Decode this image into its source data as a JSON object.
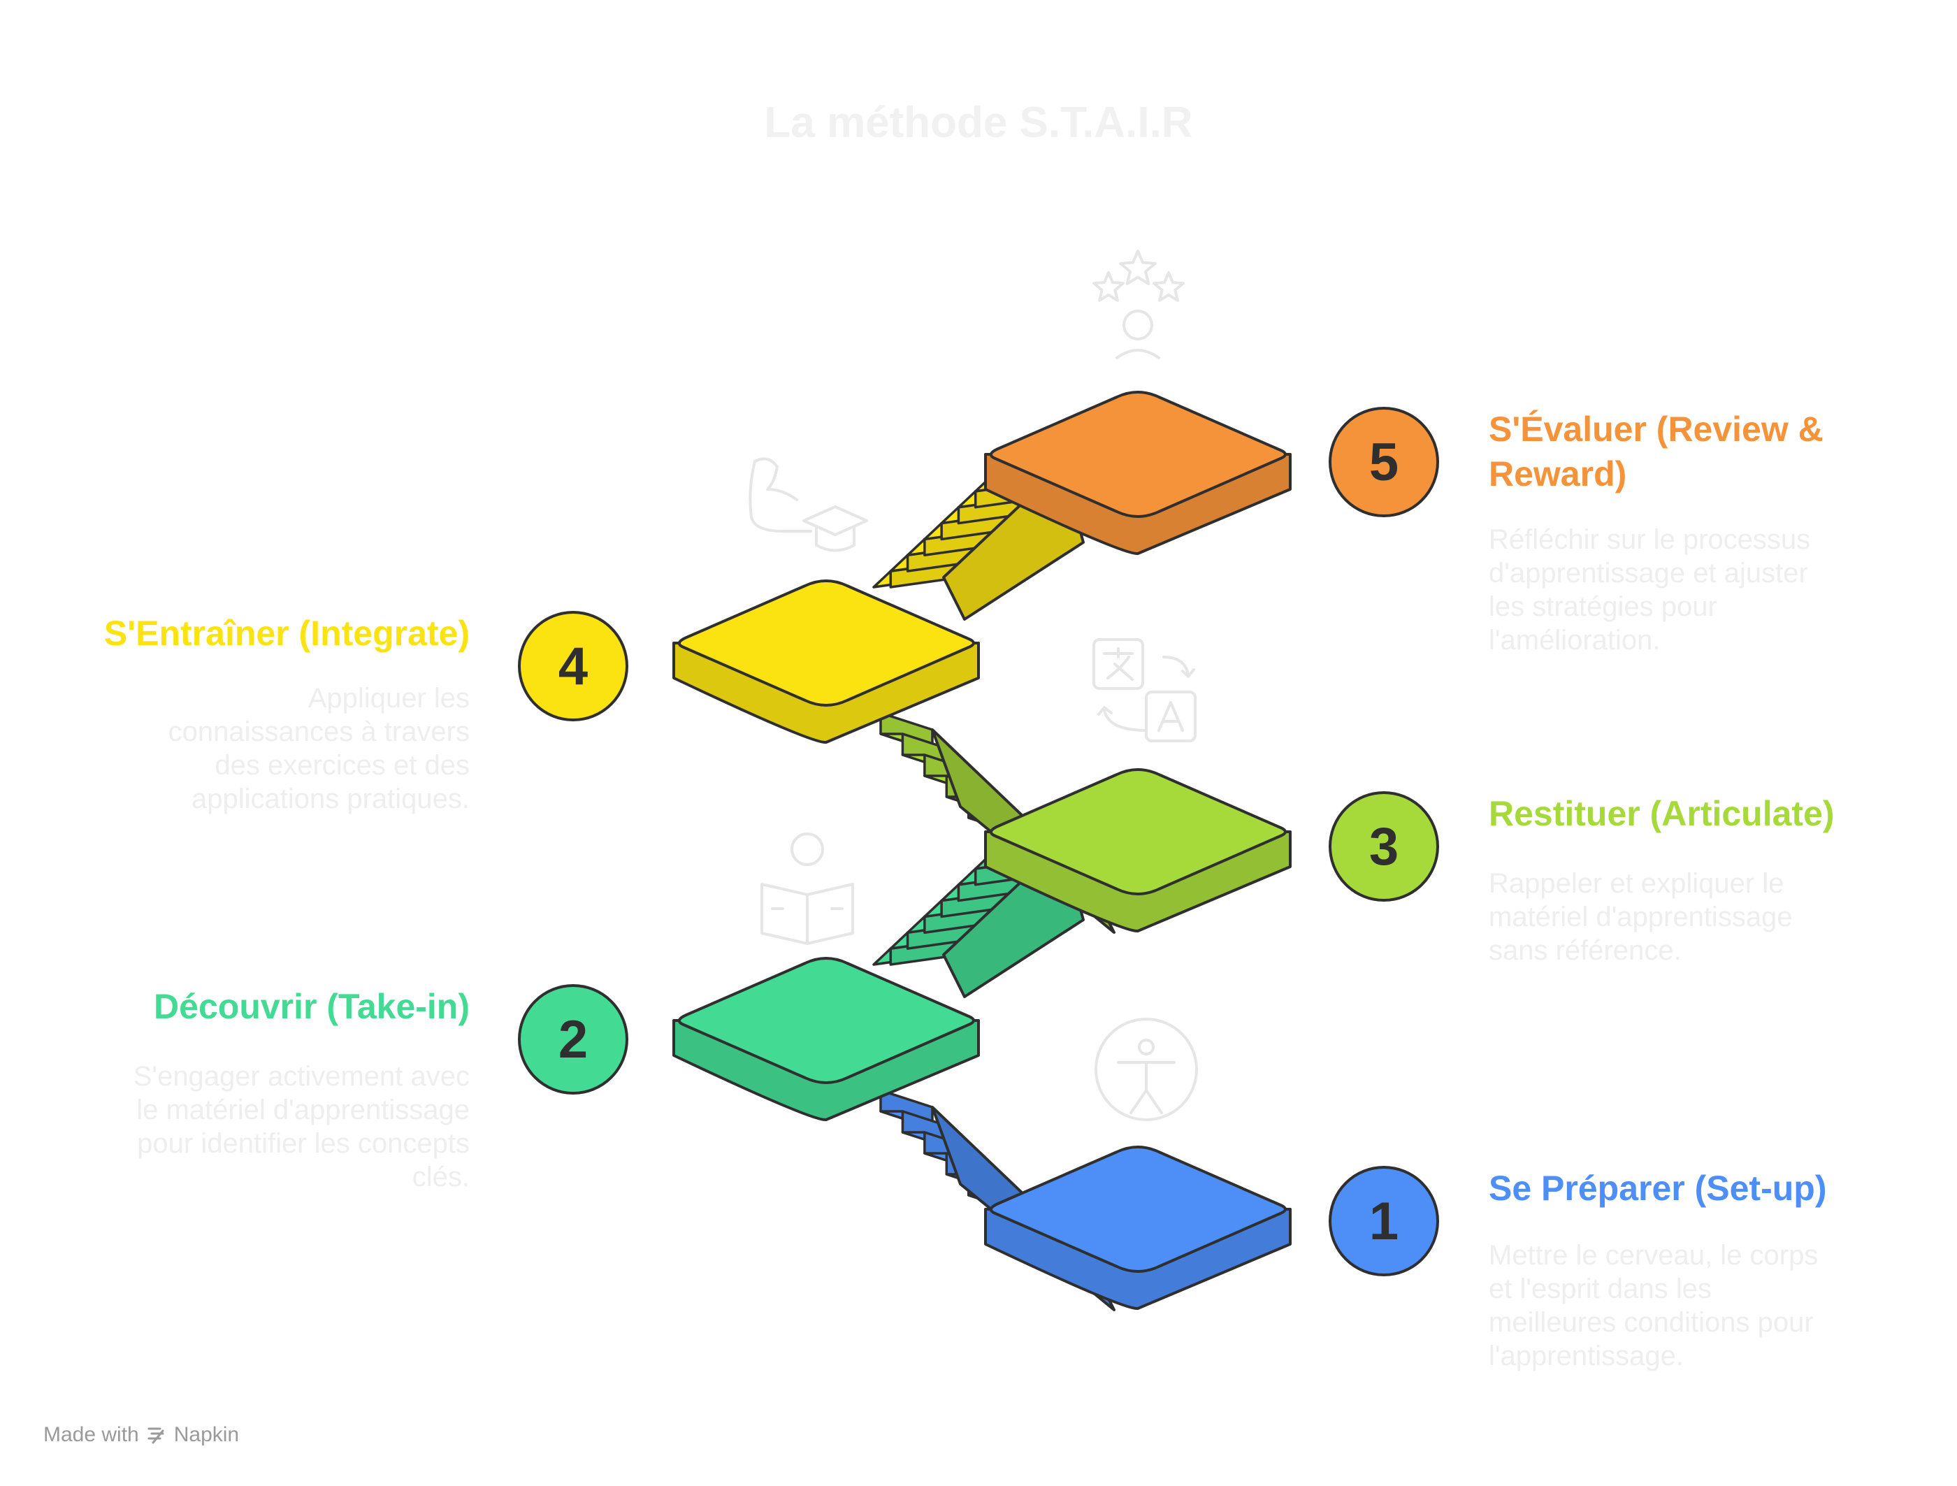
{
  "title": "La méthode S.T.A.I.R",
  "steps": [
    {
      "number": "1",
      "title": "Se Préparer (Set-up)",
      "description": "Mettre le cerveau, le corps et l'esprit dans les meilleures conditions pour l'apprentissage.",
      "color": "#4d8ef7",
      "icon": "accessibility-icon"
    },
    {
      "number": "2",
      "title": "Découvrir (Take-in)",
      "description": "S'engager activement avec le matériel d'apprentissage pour identifier les concepts clés.",
      "color": "#43db93",
      "icon": "reading-person-icon"
    },
    {
      "number": "3",
      "title": "Restituer (Articulate)",
      "description": "Rappeler et expliquer le matériel d'apprentissage sans référence.",
      "color": "#a6d93a",
      "icon": "translate-icon"
    },
    {
      "number": "4",
      "title": "S'Entraîner (Integrate)",
      "description": "Appliquer les connaissances à travers des exercices et des applications pratiques.",
      "color": "#fbe312",
      "icon": "muscle-graduation-icon"
    },
    {
      "number": "5",
      "title": "S'Évaluer (Review & Reward)",
      "description": "Réfléchir sur le processus d'apprentissage et ajuster les stratégies pour l'amélioration.",
      "color": "#f5933a",
      "icon": "stars-person-icon"
    }
  ],
  "footer": {
    "prefix": "Made with",
    "brand": "Napkin"
  }
}
